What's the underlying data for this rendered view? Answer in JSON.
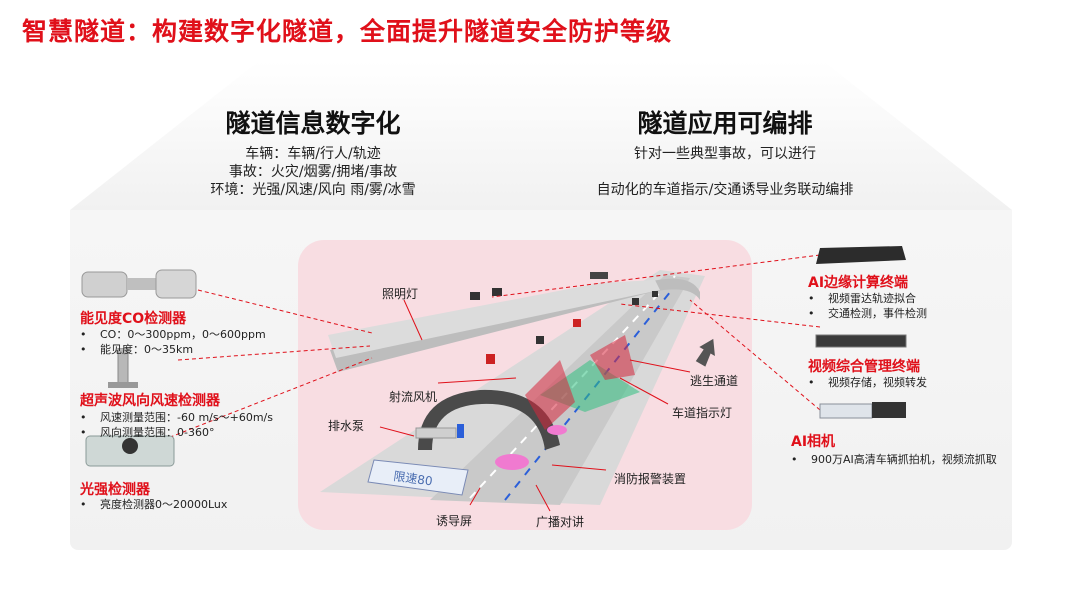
{
  "title": "智慧隧道：构建数字化隧道，全面提升隧道安全防护等级",
  "left_section": {
    "heading": "隧道信息数字化",
    "lines": [
      "车辆：车辆/行人/轨迹",
      "事故：火灾/烟雾/拥堵/事故",
      "环境：光强/风速/风向 雨/雾/冰雪"
    ]
  },
  "right_section": {
    "heading": "隧道应用可编排",
    "lines": [
      "针对一些典型事故，可以进行",
      "自动化的车道指示/交通诱导业务联动编排"
    ]
  },
  "left_devices": [
    {
      "name": "能见度CO检测器",
      "bullets": [
        "CO：0～300ppm，0～600ppm",
        "能见度：0～35km"
      ]
    },
    {
      "name": "超声波风向风速检测器",
      "bullets": [
        "风速测量范围：-60 m/s～+60m/s",
        "风向测量范围：0-360°"
      ]
    },
    {
      "name": "光强检测器",
      "bullets": [
        "亮度检测器0～20000Lux"
      ]
    }
  ],
  "right_devices": [
    {
      "name": "AI边缘计算终端",
      "bullets": [
        "视频雷达轨迹拟合",
        "交通检测，事件检测"
      ]
    },
    {
      "name": "视频综合管理终端",
      "bullets": [
        "视频存储，视频转发"
      ]
    },
    {
      "name": "AI相机",
      "bullets": [
        "900万AI高清车辆抓拍机，视频流抓取"
      ]
    }
  ],
  "tunnel_labels": {
    "lighting": "照明灯",
    "jet_fan": "射流风机",
    "drain_pump": "排水泵",
    "escape": "逃生通道",
    "lane_light": "车道指示灯",
    "fire_alarm": "消防报警装置",
    "guide_screen": "诱导屏",
    "broadcast": "广播对讲",
    "screen_text": "限速80"
  },
  "colors": {
    "accent": "#e0101a",
    "pink_bg": "#f8dde2",
    "panel_bg": "#f3f3f3"
  }
}
